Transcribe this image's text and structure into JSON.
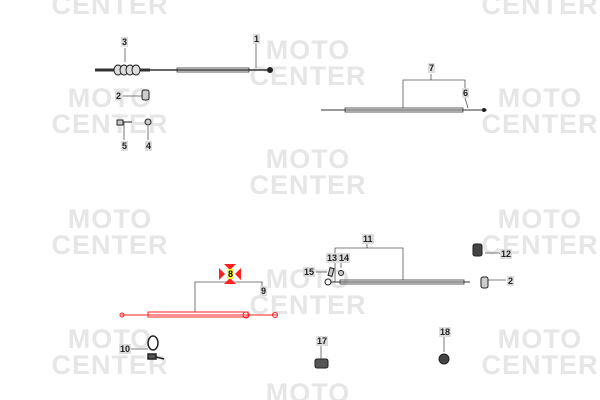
{
  "watermark": {
    "line1": "MOTO",
    "line2": "CENTER"
  },
  "callouts": [
    {
      "id": "1",
      "label": "1"
    },
    {
      "id": "2a",
      "label": "2"
    },
    {
      "id": "3",
      "label": "3"
    },
    {
      "id": "4",
      "label": "4"
    },
    {
      "id": "5",
      "label": "5"
    },
    {
      "id": "6",
      "label": "6"
    },
    {
      "id": "7",
      "label": "7"
    },
    {
      "id": "8",
      "label": "8",
      "highlighted": true
    },
    {
      "id": "9",
      "label": "9"
    },
    {
      "id": "10",
      "label": "10"
    },
    {
      "id": "11",
      "label": "11"
    },
    {
      "id": "12",
      "label": "12"
    },
    {
      "id": "13",
      "label": "13"
    },
    {
      "id": "14",
      "label": "14"
    },
    {
      "id": "15",
      "label": "15"
    },
    {
      "id": "2b",
      "label": "2"
    },
    {
      "id": "17",
      "label": "17"
    },
    {
      "id": "18",
      "label": "18"
    }
  ],
  "colors": {
    "highlight": "#ff2020",
    "label_bg": "#dddddd",
    "label_highlight_bg": "#ffff33"
  }
}
